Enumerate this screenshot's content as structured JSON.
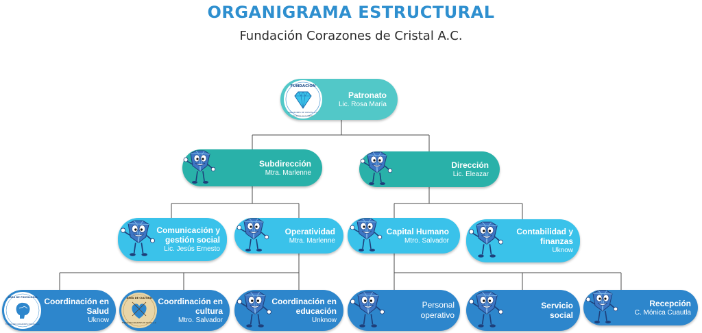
{
  "header": {
    "title": "ORGANIGRAMA ESTRUCTURAL",
    "subtitle": "Fundación Corazones de Cristal A.C."
  },
  "colors": {
    "title": "#2e8fcf",
    "level0": "#52c8c8",
    "level1": "#29b1a9",
    "level2": "#3ac2ea",
    "level3": "#2d86cc",
    "lines": "#4a4a4a",
    "mascot": "#3d76c4"
  },
  "nodes": {
    "patronato": {
      "name": "Patronato",
      "person": "Lic. Rosa María",
      "seal_top": "FUNDACION",
      "seal_bottom": "CORAZONES DE CRISTAL A.C.",
      "seal_motto": "Tus sueños son mi realidad"
    },
    "subdireccion": {
      "name": "Subdirección",
      "person": "Mtra. Marlenne"
    },
    "direccion": {
      "name": "Dirección",
      "person": "Lic. Eleazar"
    },
    "comunicacion": {
      "name": "Comunicación y gestión social",
      "person": "Lic. Jesús Ernesto"
    },
    "operatividad": {
      "name": "Operatividad",
      "person": "Mtra. Marlenne"
    },
    "capital_humano": {
      "name": "Capital Humano",
      "person": "Mtro. Salvador"
    },
    "contabilidad": {
      "name": "Contabilidad y finanzas",
      "person": "Uknow"
    },
    "coord_salud": {
      "name": "Coordinación en Salud",
      "person": "Uknow",
      "seal_top": "AREA DE PSICOLOGIA",
      "seal_bottom": "FUNDACION CORAZONES CRISTAL A.C."
    },
    "coord_cultura": {
      "name": "Coordinación en cultura",
      "person": "Mtro. Salvador",
      "seal_top": "AREA DE CULTURA",
      "seal_bottom": "FUNDACION CORAZONES DE CRISTAL A.C."
    },
    "coord_educacion": {
      "name": "Coordinación en educación",
      "person": "Unknow"
    },
    "personal_operativo": {
      "name": "Personal operativo"
    },
    "servicio_social": {
      "name": "Servicio social"
    },
    "recepcion": {
      "name": "Recepción",
      "person": "C. Mónica Cuautla"
    }
  }
}
